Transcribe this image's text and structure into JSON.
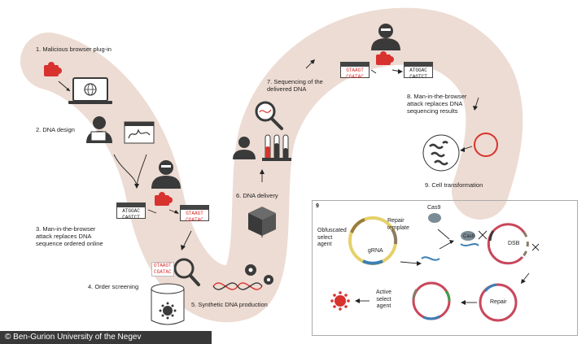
{
  "steps": {
    "s1": "1. Malicious browser plug-in",
    "s2": "2. DNA design",
    "s3": "3. Man-in-the-browser\nattack replaces DNA\nsequence ordered online",
    "s4": "4. Order screening",
    "s5": "5. Synthetic DNA production",
    "s6": "6. DNA delivery",
    "s7": "7. Sequencing of the\ndelivered DNA",
    "s8": "8. Man-in-the-browser\nattack replaces DNA\nsequencing results",
    "s9": "9. Cell transformation"
  },
  "sequences": {
    "original_1": "ATGGAC",
    "original_2": "CAGTCT",
    "malicious_1": "GTAAGT",
    "malicious_2": "CGATAC",
    "screen_1": "GTAAGT",
    "screen_2": "CGATAC",
    "seq7_1": "GTAAGT",
    "seq7_2": "CGATAC",
    "seq8_1": "ATGGAC",
    "seq8_2": "CAGTCT"
  },
  "panel9": {
    "number": "9",
    "obfuscated": "Obfuscated\nselect\nagent",
    "repair_template": "Repair\ntemplate",
    "grna": "gRNA",
    "cas9_a": "Cas9",
    "cas9_b": "Cas9",
    "dsb": "DSB",
    "repair": "Repair",
    "active": "Active\nselect\nagent"
  },
  "credit": "© Ben-Gurion University of the Negev",
  "colors": {
    "path": "#eddcd3",
    "accent_red": "#d8322f",
    "dark": "#3a3a3a"
  }
}
